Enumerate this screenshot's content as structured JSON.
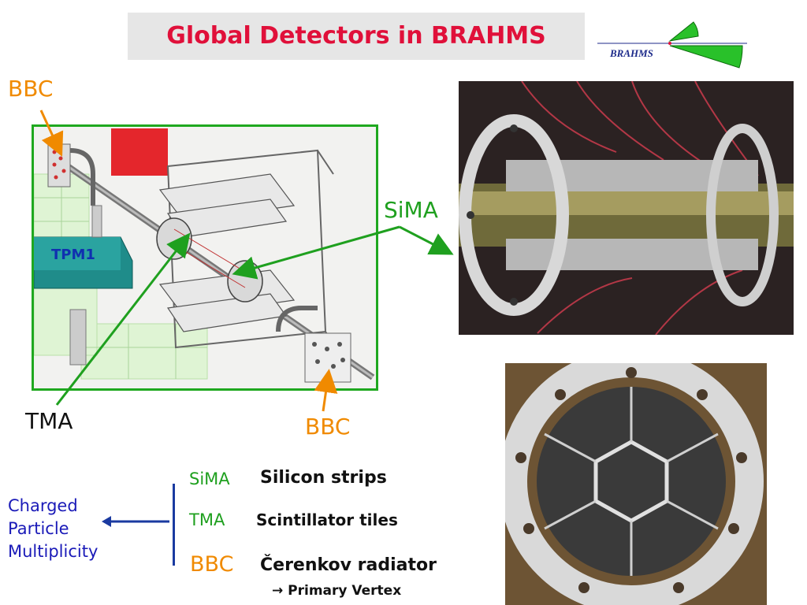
{
  "title": "Global Detectors in BRAHMS",
  "logo": {
    "text": "BRAHMS"
  },
  "labels": {
    "bbc_top": "BBC",
    "sima": "SiMA",
    "tma": "TMA",
    "bbc_bottom": "BBC",
    "tpm1": "TPM1"
  },
  "legend": {
    "sima_name": "SiMA",
    "sima_desc": "Silicon strips",
    "tma_name": "TMA",
    "tma_desc": "Scintillator tiles",
    "bbc_name": "BBC",
    "bbc_desc": "Čerenkov radiator",
    "vertex": "→ Primary Vertex"
  },
  "multiplicity": [
    "Charged",
    "Particle",
    "Multiplicity"
  ],
  "colors": {
    "title": "#e0103a",
    "title_bg": "#e6e6e6",
    "green": "#1fa01f",
    "orange": "#f08a00",
    "blue": "#1a1ab8"
  }
}
